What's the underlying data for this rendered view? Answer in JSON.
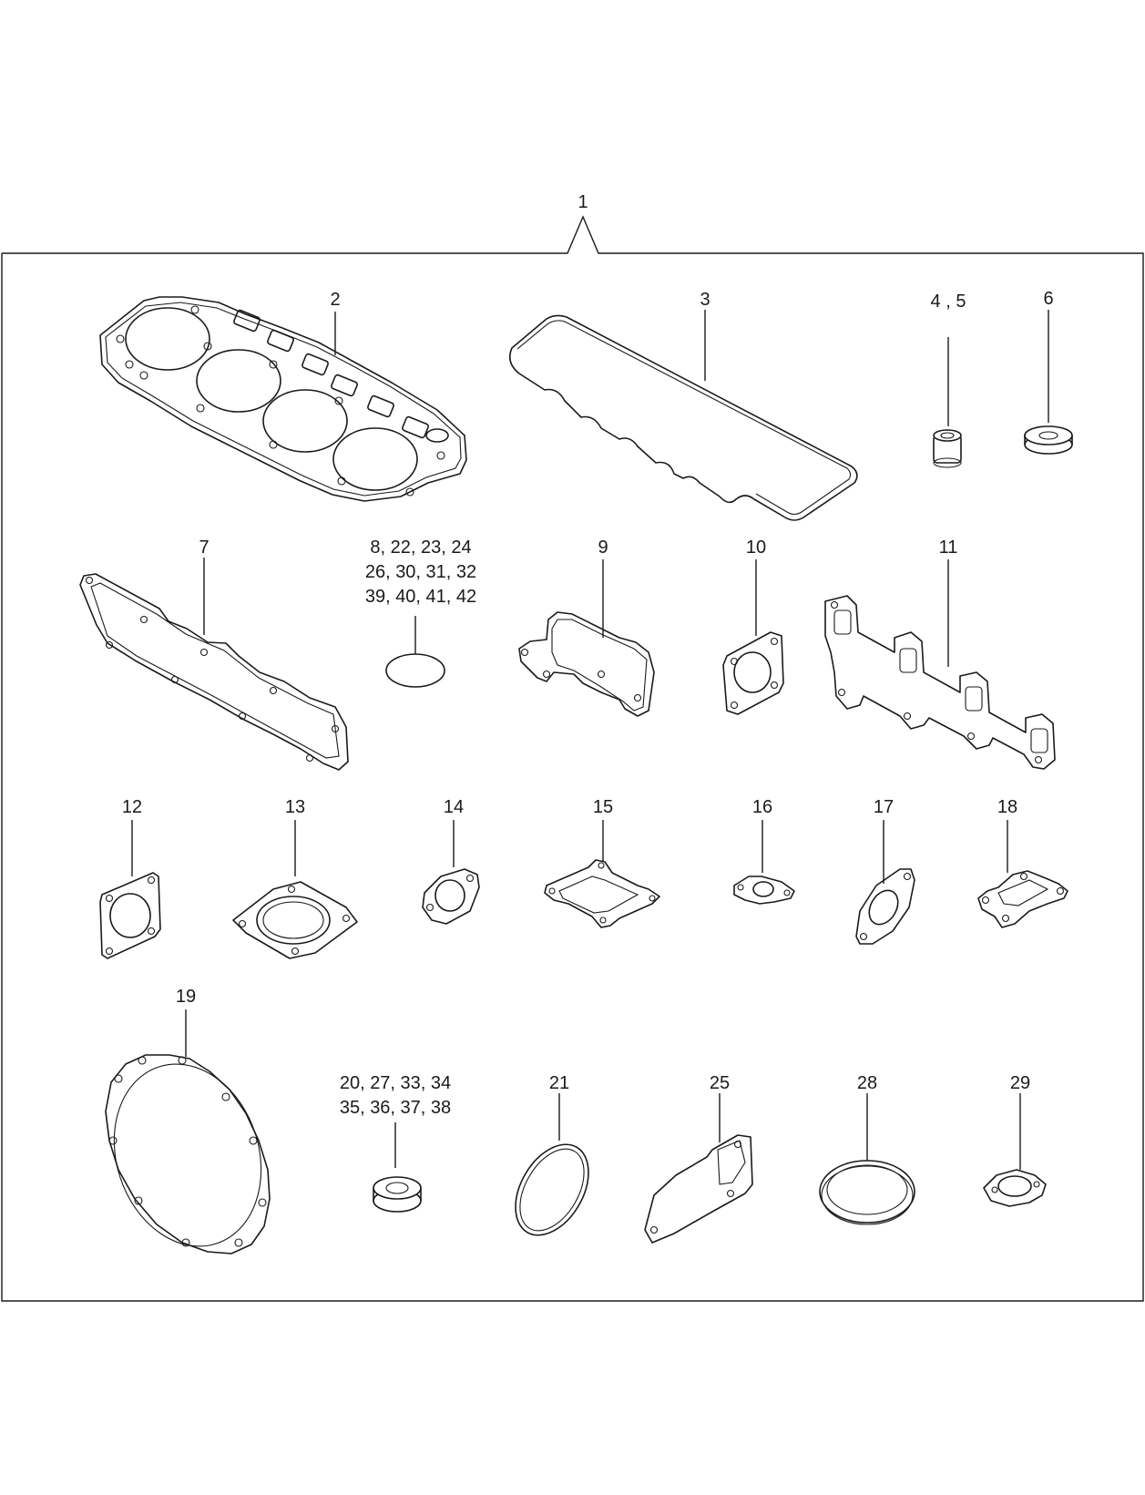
{
  "callouts": {
    "c1": "1",
    "c2": "2",
    "c3": "3",
    "c4_5": "4 , 5",
    "c6": "6",
    "c7": "7",
    "c8_line1": "8,   22,  23,  24",
    "c8_line2": "26,  30,  31,  32",
    "c8_line3": "39,  40,  41,  42",
    "c9": "9",
    "c10": "10",
    "c11": "11",
    "c12": "12",
    "c13": "13",
    "c14": "14",
    "c15": "15",
    "c16": "16",
    "c17": "17",
    "c18": "18",
    "c19": "19",
    "c20_line1": "20,  27,  33,  34",
    "c20_line2": "35,  36,  37,  38",
    "c21": "21",
    "c25": "25",
    "c28": "28",
    "c29": "29"
  },
  "colors": {
    "line": "#1a1a1a",
    "background": "#ffffff"
  }
}
